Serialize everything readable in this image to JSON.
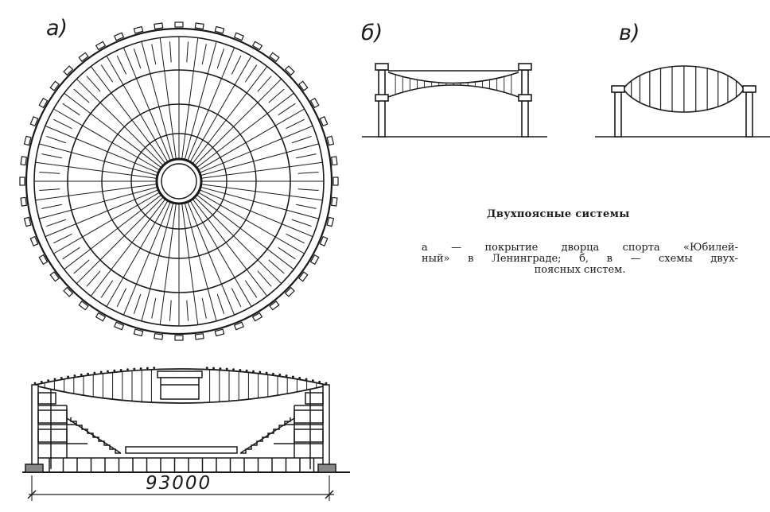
{
  "labels": {
    "plan": "а)",
    "scheme_b": "б)",
    "scheme_v": "в)"
  },
  "dimension": "93000",
  "caption": {
    "title": "Двухпоясные системы",
    "line1": "а — покрытие дворца спорта «Юбилей-",
    "line2": "ный» в Ленинграде; б, в — схемы двух-",
    "line3": "поясных систем."
  }
}
